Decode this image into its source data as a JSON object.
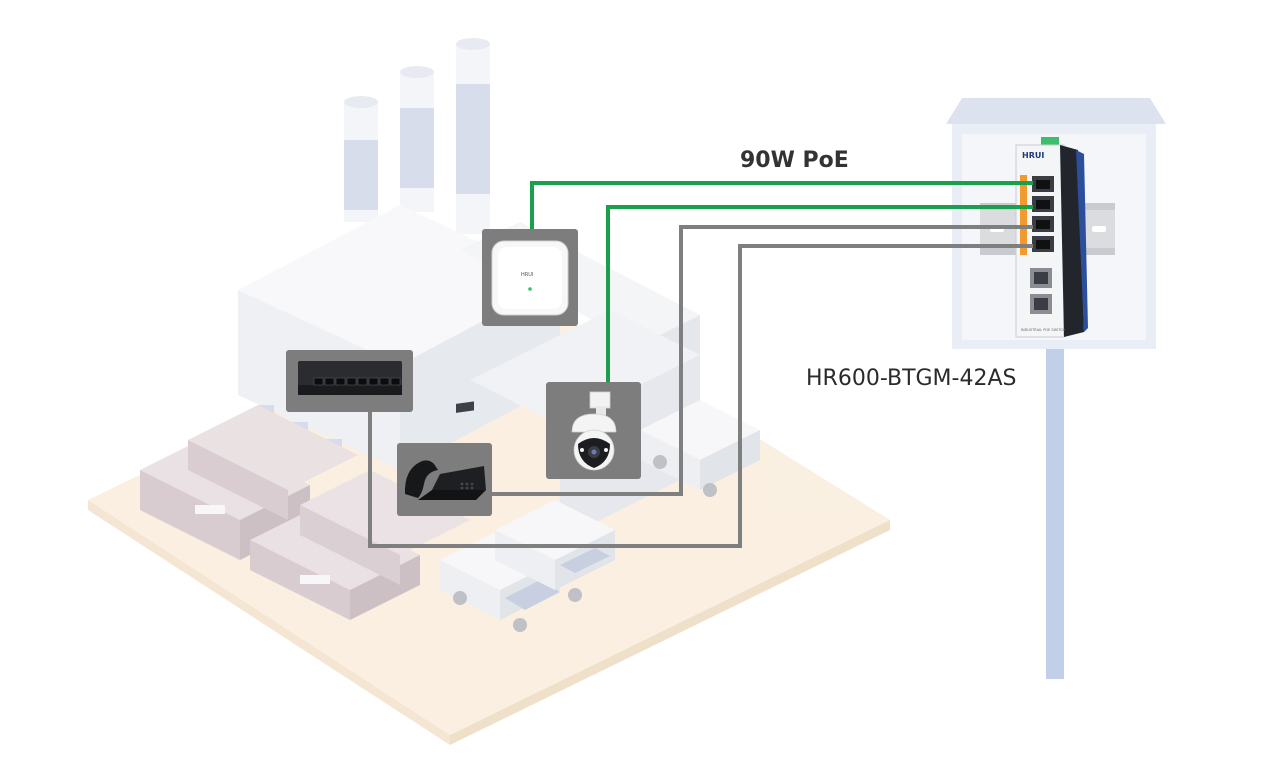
{
  "diagram": {
    "poe_label": "90W PoE",
    "switch_model": "HR600-BTGM-42AS",
    "switch_brand": "HRUI",
    "ap_brand": "HRUI",
    "switch_bottom_text": "INDUSTRIAL POE SWITCH",
    "colors": {
      "poe_line": "#1aa04a",
      "ethernet_line": "#7f7f7f",
      "tile_bg": "#7d7d7d",
      "pole": "#c2cfe8",
      "enclosure": "#e9edf5",
      "switch_orange": "#f29a2e",
      "switch_side_blue": "#2c4f9c"
    },
    "devices": [
      {
        "name": "wireless-access-point",
        "icon": "ap-icon"
      },
      {
        "name": "ptz-dome-camera",
        "icon": "camera-icon"
      },
      {
        "name": "ip-phone",
        "icon": "phone-icon"
      },
      {
        "name": "desktop-switch",
        "icon": "switch-icon"
      }
    ]
  }
}
